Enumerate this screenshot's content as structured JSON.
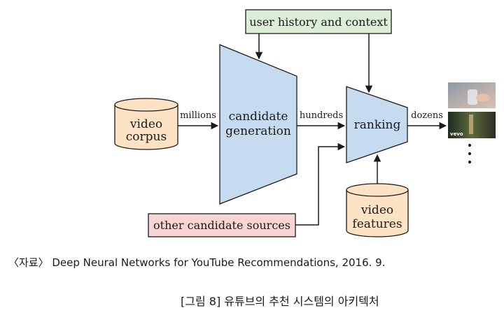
{
  "diagram": {
    "nodes": {
      "user_history": "user history and context",
      "video_corpus": [
        "video",
        "corpus"
      ],
      "candidate_generation": [
        "candidate",
        "generation"
      ],
      "ranking": "ranking",
      "video_features": [
        "video",
        "features"
      ],
      "other_sources": "other candidate sources"
    },
    "edges": {
      "millions": "millions",
      "hundreds": "hundreds",
      "dozens": "dozens"
    },
    "thumbnails": {
      "second_label": "vevo",
      "ellipsis": "⋮"
    },
    "colors": {
      "trapezoid_fill": "#c6dbf0",
      "cylinder_fill": "#fde2c4",
      "context_fill": "#dcefd6",
      "other_fill": "#f9d4d4"
    }
  },
  "source_note": "〈자료〉 Deep Neural Networks for YouTube Recommendations, 2016. 9.",
  "caption": "[그림 8] 유튜브의 추천 시스템의 아키텍처"
}
